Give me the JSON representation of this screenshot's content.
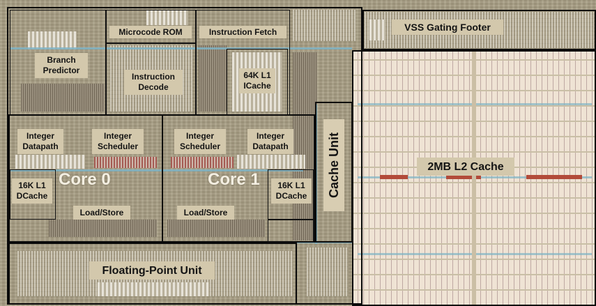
{
  "labels": {
    "microcode_rom": "Microcode ROM",
    "instruction_fetch": "Instruction Fetch",
    "vss_gating_footer": "VSS Gating Footer",
    "branch_predictor": "Branch\nPredictor",
    "instruction_decode": "Instruction\nDecode",
    "l1_icache": "64K L1\nICache",
    "core0_integer_datapath": "Integer\nDatapath",
    "core0_integer_scheduler": "Integer\nScheduler",
    "core1_integer_scheduler": "Integer\nScheduler",
    "core1_integer_datapath": "Integer\nDatapath",
    "cache_unit": "Cache  Unit",
    "l2_cache": "2MB L2 Cache",
    "core0": "Core 0",
    "core1": "Core 1",
    "core0_dcache": "16K L1\nDCache",
    "core1_dcache": "16K L1\nDCache",
    "core0_load_store": "Load/Store",
    "core1_load_store": "Load/Store",
    "floating_point_unit": "Floating-Point Unit"
  },
  "colors": {
    "die": "#a99f85",
    "label_bg": "#d3c8ac",
    "outline": "#0a0a0a",
    "bus": "#7fb3c4",
    "l2_bg": "#efe3d4",
    "core_label": "#f4efe2"
  }
}
